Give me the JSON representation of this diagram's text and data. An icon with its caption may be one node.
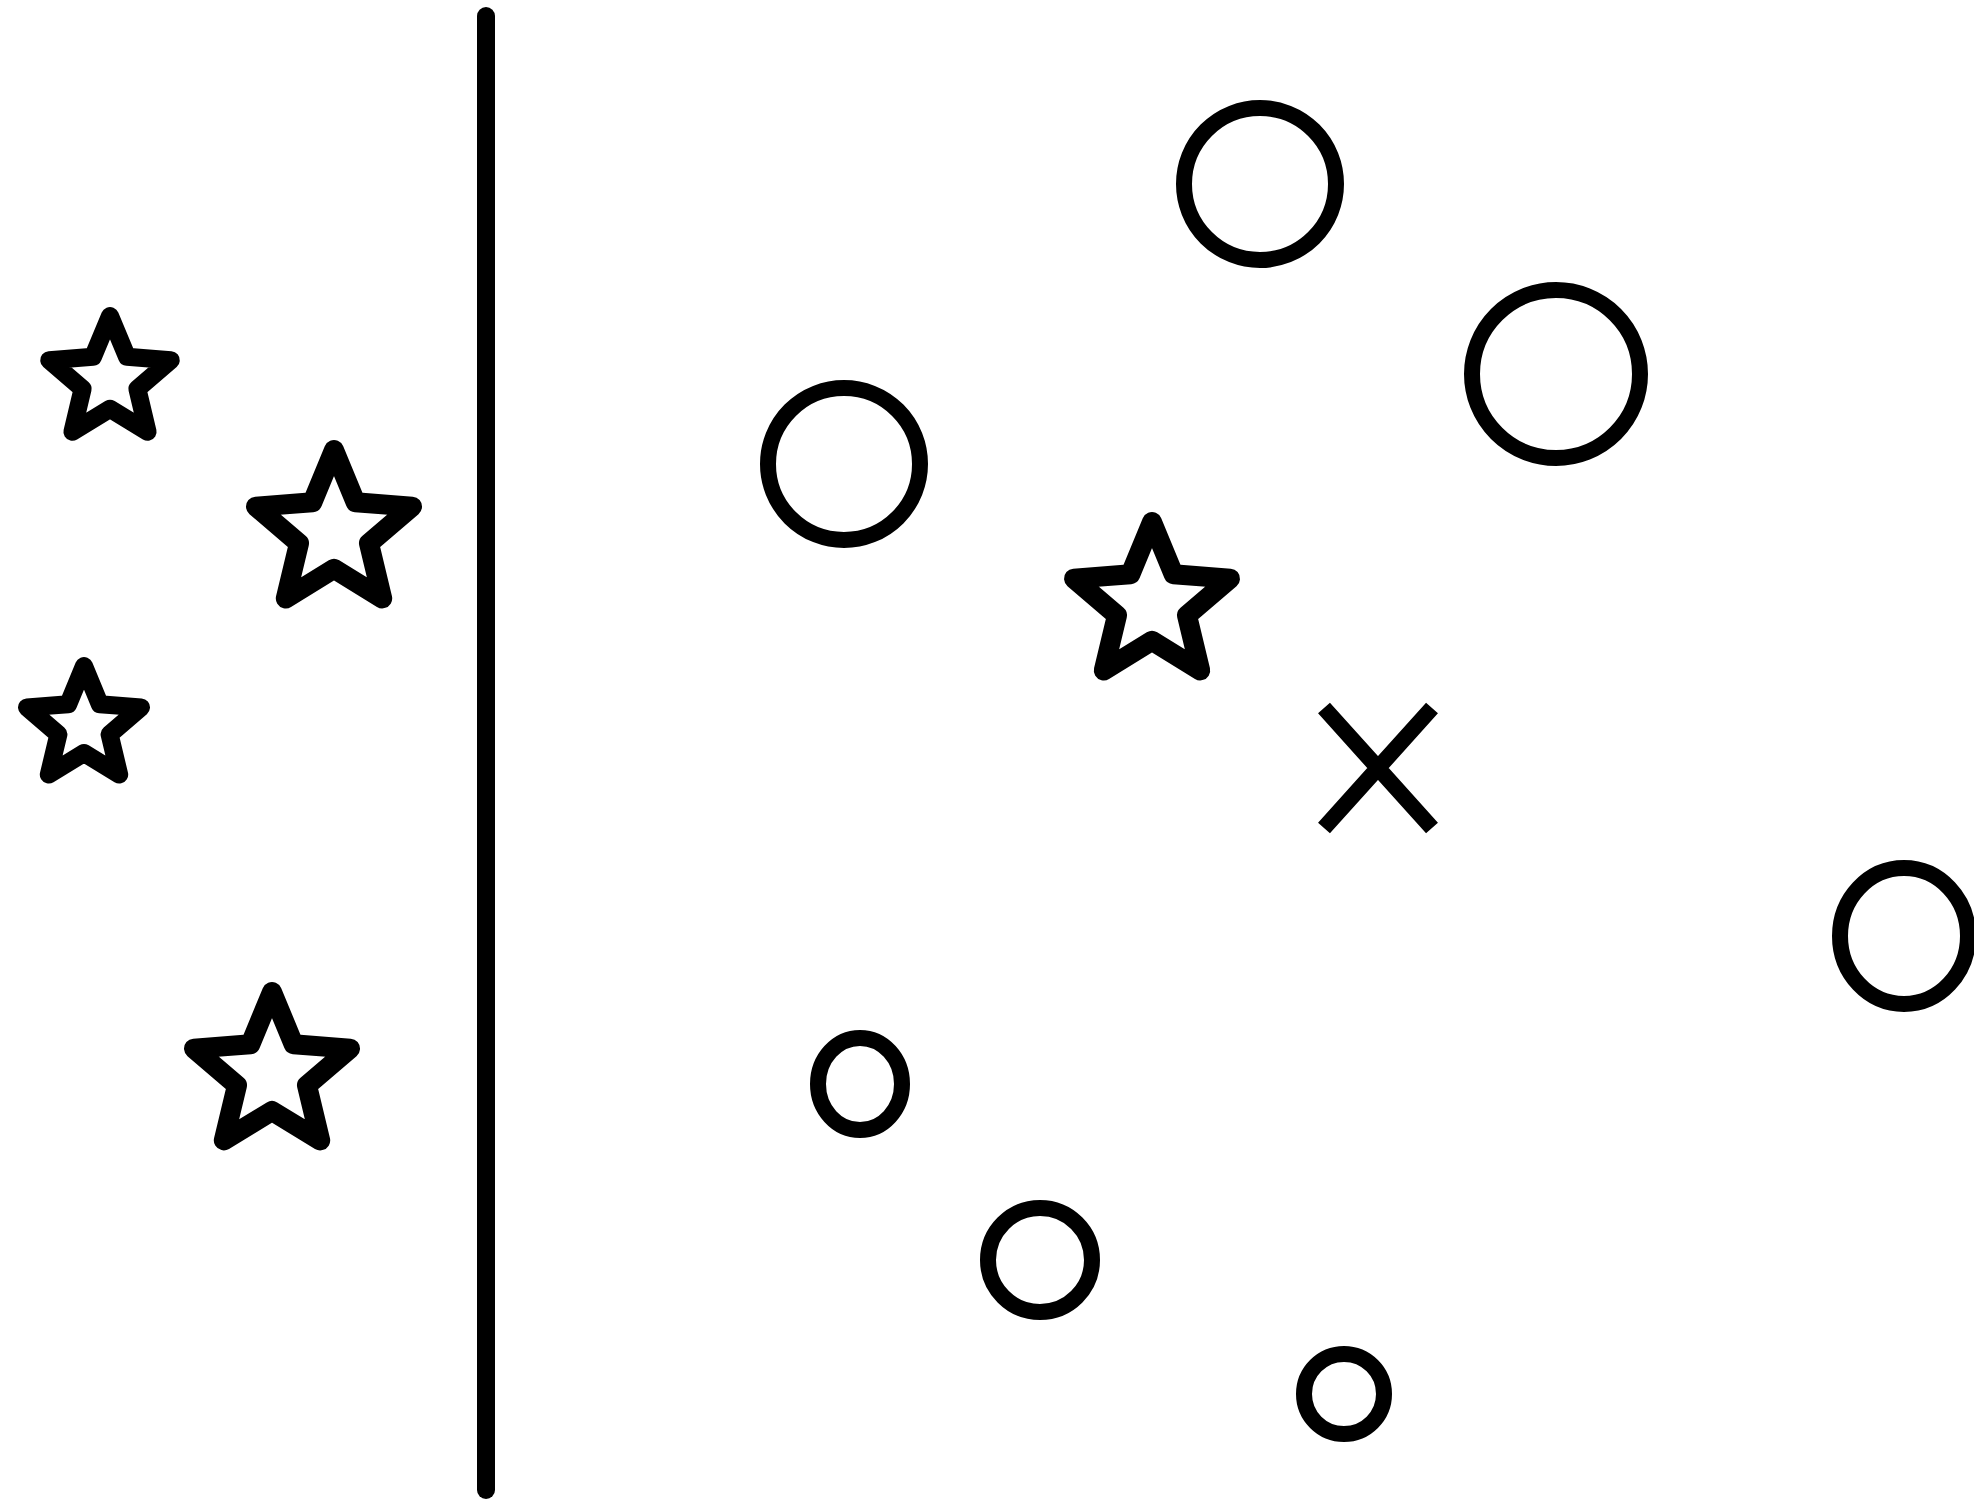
{
  "diagram": {
    "nodes": [
      {
        "text": [],
        "shape": "star"
      },
      {
        "text": [],
        "shape": "star"
      },
      {
        "text": [],
        "shape": "star"
      },
      {
        "text": [],
        "shape": "star"
      },
      {
        "text": [],
        "shape": "circle"
      },
      {
        "text": [],
        "shape": "circle"
      },
      {
        "text": [],
        "shape": "circle"
      },
      {
        "text": [],
        "shape": "star"
      },
      {
        "text": [],
        "shape": "circle"
      },
      {
        "text": [],
        "shape": "circle"
      },
      {
        "text": [],
        "shape": "cross"
      },
      {
        "text": [],
        "shape": "circle"
      },
      {
        "text": [],
        "shape": "circle"
      }
    ]
  }
}
